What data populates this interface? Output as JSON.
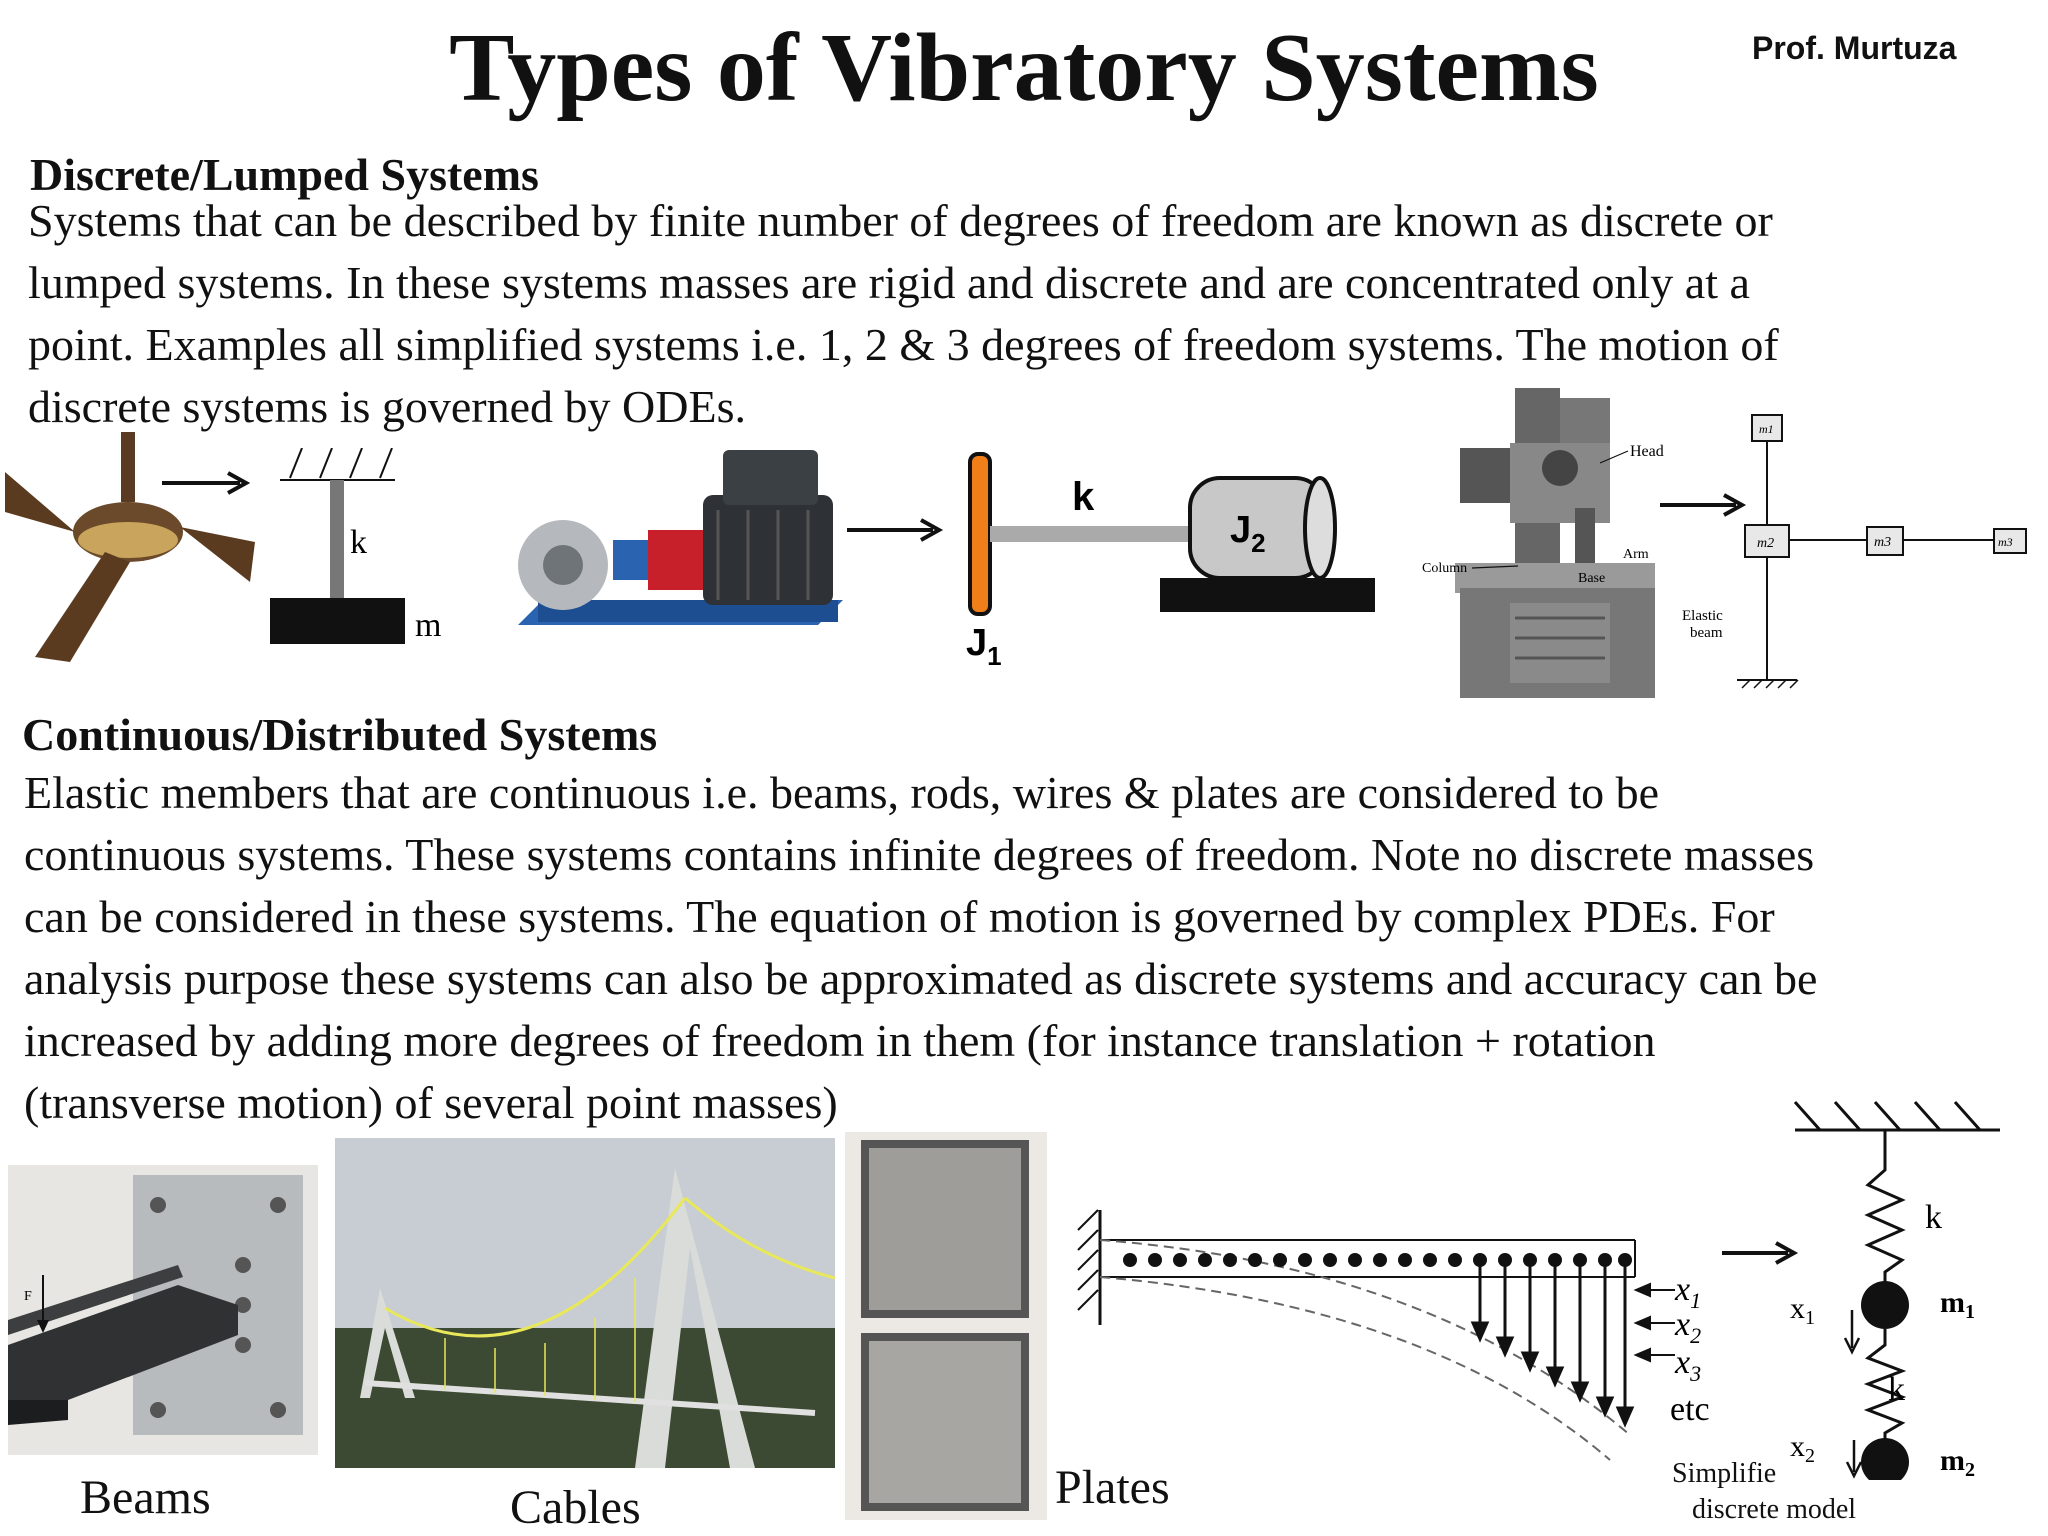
{
  "title": "Types of Vibratory Systems",
  "author": "Prof. Murtuza",
  "discrete": {
    "heading": "Discrete/Lumped Systems",
    "lines": [
      "Systems that can be described by finite number of degrees of freedom are known as discrete or",
      "lumped systems. In these systems masses are rigid and discrete and are concentrated only at a",
      "point. Examples all simplified systems i.e. 1, 2 & 3 degrees of freedom systems. The motion of",
      "discrete systems is governed by ODEs."
    ],
    "spring_model": {
      "k": "k",
      "m": "m"
    },
    "torsion_model": {
      "k": "k",
      "j1": "J",
      "j1_sub": "1",
      "j2": "J",
      "j2_sub": "2"
    },
    "drill_press": {
      "head": "Head",
      "arm": "Arm",
      "column": "Column",
      "base": "Base",
      "elastic_beam_1": "Elastic",
      "elastic_beam_2": "beam",
      "m1": "m1",
      "m2": "m2",
      "m3": "m3",
      "m4": "m3"
    }
  },
  "continuous": {
    "heading": "Continuous/Distributed Systems",
    "lines": [
      "Elastic members that are continuous i.e. beams, rods, wires & plates are considered to be",
      "continuous systems. These systems contains infinite degrees of freedom. Note no discrete masses",
      "can be considered in these systems. The equation of motion is governed by complex PDEs. For",
      "analysis purpose these systems can also be approximated as discrete systems and accuracy can be",
      "increased by adding more degrees of freedom in them (for instance translation + rotation",
      "(transverse motion) of several point masses)"
    ],
    "captions": {
      "beams": "Beams",
      "cables": "Cables",
      "plates": "Plates"
    },
    "beam_force": "F",
    "cantilever": {
      "x1": "x",
      "x1_sub": "1",
      "x2": "x",
      "x2_sub": "2",
      "x3": "x",
      "x3_sub": "3",
      "etc": "etc."
    },
    "two_mass": {
      "k1": "k",
      "k2": "k",
      "m1": "m",
      "m1_sub": "1",
      "m2": "m",
      "m2_sub": "2",
      "x1": "x",
      "x1_sub": "1",
      "x2": "x",
      "x2_sub": "2",
      "caption_1": "Simplifie",
      "caption_2": "discrete model"
    }
  },
  "colors": {
    "ink": "#111111",
    "orange": "#f07f1a",
    "motor": "#2e3236",
    "pump_blue": "#2a63b0",
    "red": "#c8202a",
    "sky": "#c7cdd2",
    "steel": "#9aa3a8"
  }
}
